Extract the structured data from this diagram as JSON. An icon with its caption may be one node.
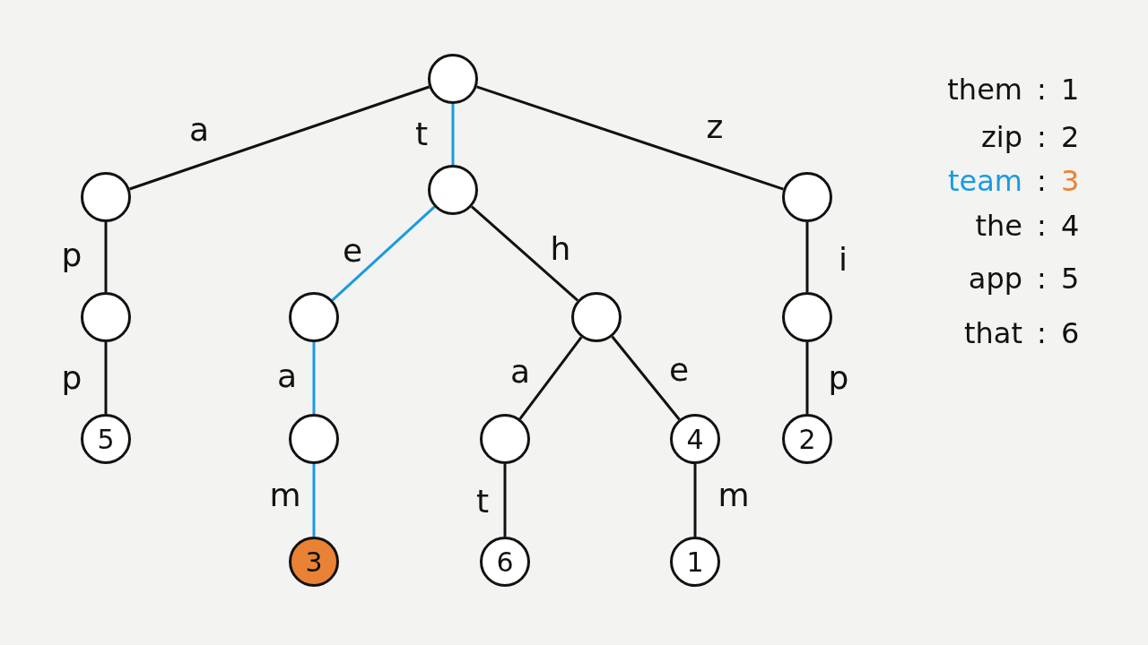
{
  "diagram": {
    "nodes": [
      {
        "text": [],
        "shape": "circle"
      },
      {
        "text": [],
        "shape": "circle"
      },
      {
        "text": [],
        "shape": "circle"
      },
      {
        "text": [],
        "shape": "circle"
      },
      {
        "text": [],
        "shape": "circle"
      },
      {
        "text": [],
        "shape": "circle"
      },
      {
        "text": [],
        "shape": "circle"
      },
      {
        "text": [],
        "shape": "circle"
      },
      {
        "text": [
          "5"
        ]
      },
      {
        "text": [],
        "shape": "circle"
      },
      {
        "text": [],
        "shape": "circle"
      },
      {
        "text": [
          "4"
        ]
      },
      {
        "text": [
          "2"
        ]
      },
      {
        "text": [
          "3"
        ]
      },
      {
        "text": [
          "6"
        ]
      },
      {
        "text": [
          "1"
        ]
      }
    ],
    "edges": [
      {
        "from": 0,
        "to": 1,
        "arrow": "none",
        "label": "a"
      },
      {
        "from": 0,
        "to": 2,
        "arrow": "none",
        "label": "t",
        "color": "#1a9be0"
      },
      {
        "from": 0,
        "to": 3,
        "arrow": "none",
        "label": "z"
      },
      {
        "from": 1,
        "to": 4,
        "arrow": "none",
        "label": "p"
      },
      {
        "from": 2,
        "to": 5,
        "arrow": "none",
        "label": "e",
        "color": "#1a9be0"
      },
      {
        "from": 2,
        "to": 6,
        "arrow": "none",
        "label": "h"
      },
      {
        "from": 3,
        "to": 7,
        "arrow": "none",
        "label": "i"
      },
      {
        "from": 4,
        "to": 8,
        "arrow": "none",
        "label": "p"
      },
      {
        "from": 5,
        "to": 9,
        "arrow": "none",
        "label": "a",
        "color": "#1a9be0"
      },
      {
        "from": 6,
        "to": 10,
        "arrow": "none",
        "label": "a"
      },
      {
        "from": 6,
        "to": 11,
        "arrow": "none",
        "label": "e"
      },
      {
        "from": 7,
        "to": 12,
        "arrow": "none",
        "label": "p"
      },
      {
        "from": 9,
        "to": 13,
        "arrow": "none",
        "label": "m",
        "color": "#1a9be0"
      },
      {
        "from": 10,
        "to": 14,
        "arrow": "none",
        "label": "t"
      },
      {
        "from": 11,
        "to": 15,
        "arrow": "none",
        "label": "m"
      }
    ],
    "labels": [
      "them",
      ":",
      "1",
      "zip",
      ":",
      "2",
      "team",
      ":",
      "3",
      "the",
      ":",
      "4",
      "app",
      ":",
      "5",
      "that",
      ":",
      "6"
    ]
  }
}
